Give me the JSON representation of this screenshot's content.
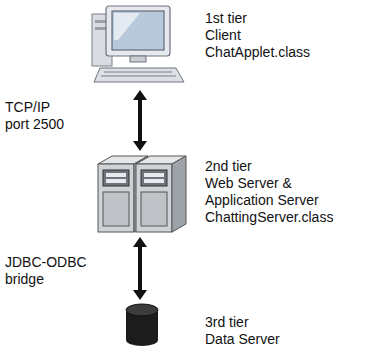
{
  "diagram": {
    "nodes": [
      {
        "text": [
          "1st tier",
          "Client",
          "ChatApplet.class"
        ]
      },
      {
        "text": [
          "2nd tier",
          "Web Server & Application Server",
          "ChattingServer.class"
        ]
      },
      {
        "text": [
          "3rd tier",
          "Data Server"
        ]
      }
    ],
    "edges": [
      {
        "from": 0,
        "to": 1,
        "label": "TCP/IP port 2500",
        "arrow": "both"
      },
      {
        "from": 1,
        "to": 2,
        "label": "JDBC-ODBC bridge",
        "arrow": "both"
      }
    ]
  }
}
